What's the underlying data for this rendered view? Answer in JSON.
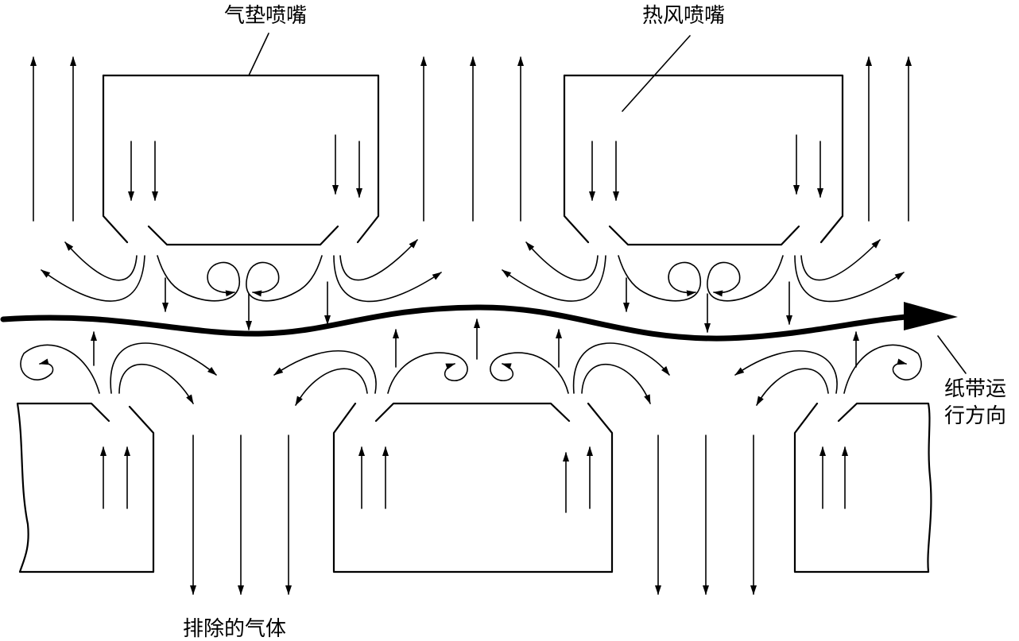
{
  "labels": {
    "air_cushion_nozzle": "气垫喷嘴",
    "hot_air_nozzle": "热风喷嘴",
    "exhaust_gas": "排除的气体",
    "web_direction_line1": "纸带运",
    "web_direction_line2": "行方向"
  },
  "colors": {
    "ink": "#000000",
    "background": "#ffffff"
  }
}
